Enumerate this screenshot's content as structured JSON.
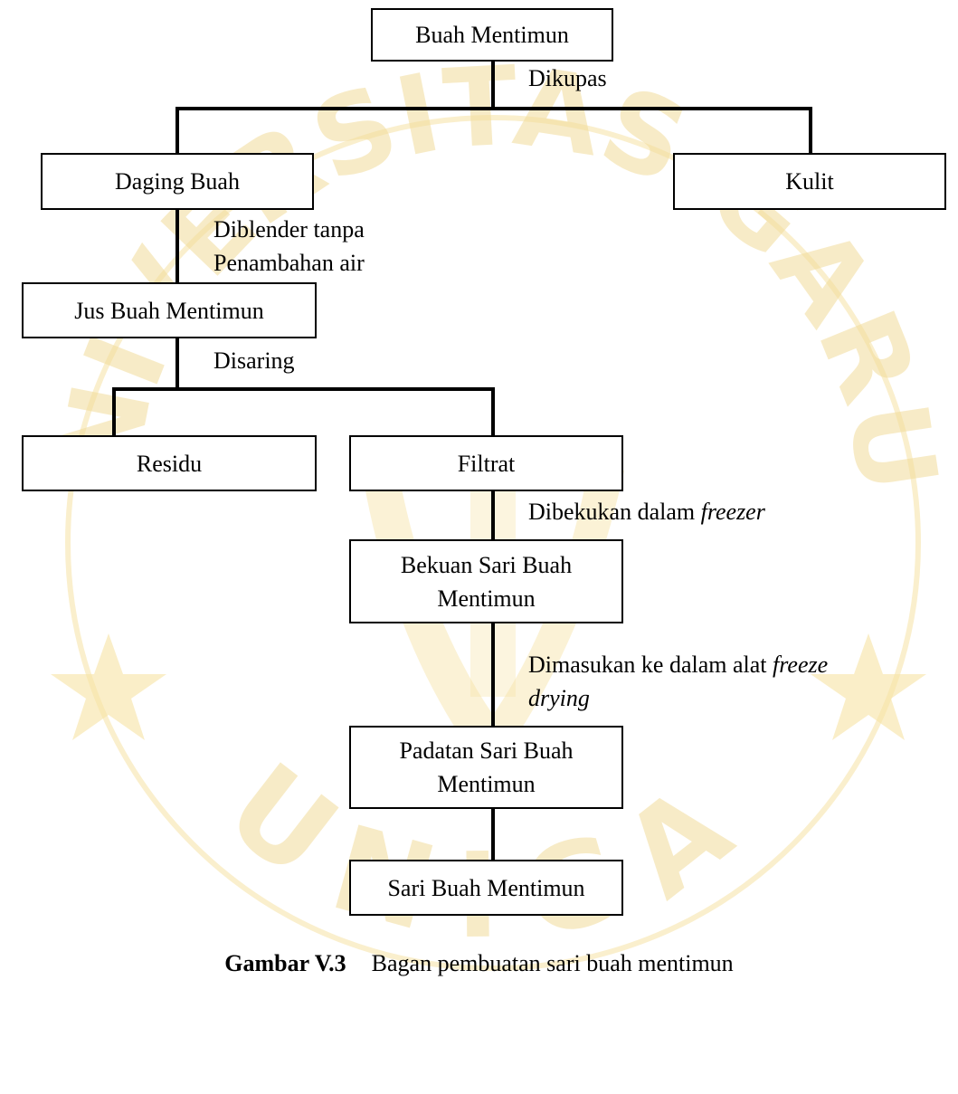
{
  "watermark": {
    "text_top": "UNIVERSITAS GARUT",
    "text_bottom": "UNIGA",
    "color": "#f2c94c"
  },
  "nodes": {
    "buah_mentimun": "Buah Mentimun",
    "daging_buah": "Daging Buah",
    "kulit": "Kulit",
    "jus_buah_mentimun": "Jus Buah Mentimun",
    "residu": "Residu",
    "filtrat": "Filtrat",
    "bekuan_line1": "Bekuan Sari Buah",
    "bekuan_line2": "Mentimun",
    "padatan_line1": "Padatan Sari Buah",
    "padatan_line2": "Mentimun",
    "sari_buah_mentimun": "Sari Buah Mentimun"
  },
  "edge_labels": {
    "dikupas": "Dikupas",
    "diblender_line1": "Diblender tanpa",
    "diblender_line2": "Penambahan air",
    "disaring": "Disaring",
    "dibekukan_text": "Dibekukan dalam ",
    "dibekukan_italic": "freezer",
    "dimasukan_text": "Dimasukan ke dalam alat ",
    "dimasukan_italic1": "freeze",
    "dimasukan_italic2": "drying"
  },
  "caption": {
    "number": "Gambar V.3",
    "text": "Bagan pembuatan sari buah mentimun"
  }
}
